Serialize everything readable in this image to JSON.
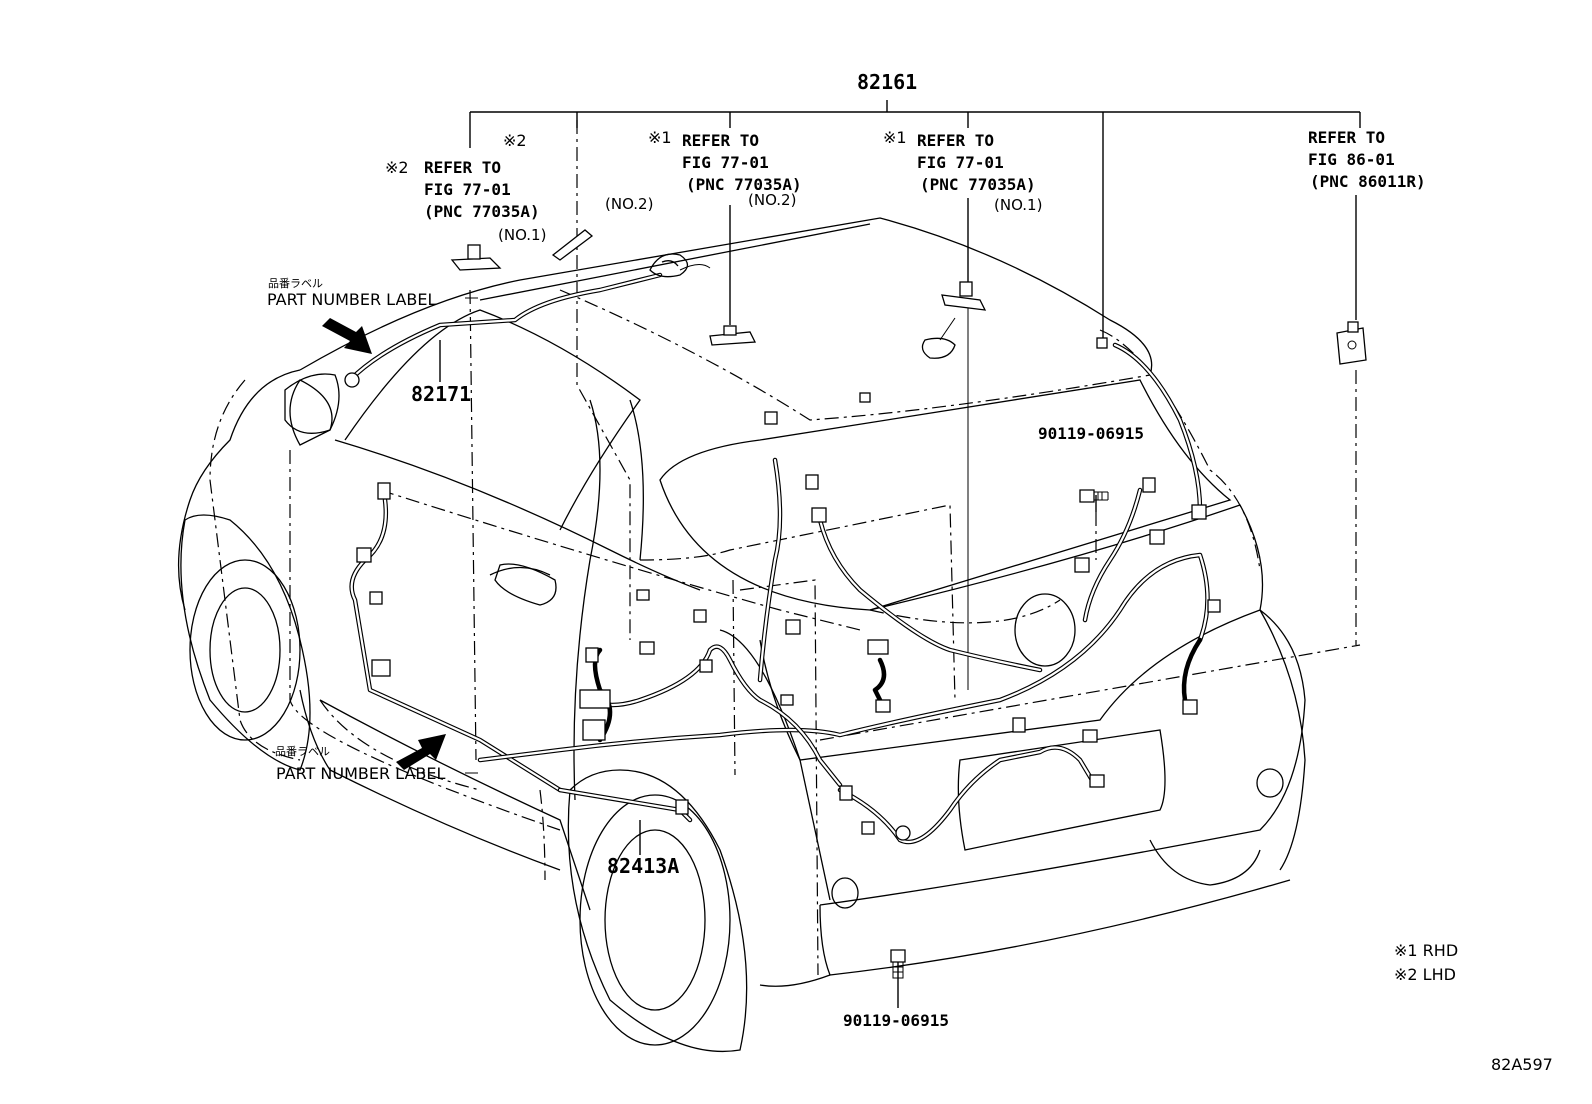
{
  "labels": {
    "main_part": "82161",
    "lhd_refer_mark": "※2",
    "lhd_refer": "REFER TO",
    "lhd_fig": "FIG 77-01",
    "lhd_pnc": "(PNC 77035A)",
    "lhd_no1": "(NO.1)",
    "lhd_mark_top": "※2",
    "lhd_no2": "(NO.2)",
    "rhd_refer_mark_a": "※1",
    "rhd_refer_a": "REFER TO",
    "rhd_fig_a": "FIG 77-01",
    "rhd_pnc_a": "(PNC 77035A)",
    "rhd_no2": "(NO.2)",
    "rhd_refer_mark_b": "※1",
    "rhd_refer_b": "REFER TO",
    "rhd_fig_b": "FIG 77-01",
    "rhd_pnc_b": "(PNC 77035A)",
    "rhd_no1": "(NO.1)",
    "refer_right": "REFER TO",
    "fig_right": "FIG 86-01",
    "pnc_right": "(PNC 86011R)",
    "label_jp_top": "品番ラベル",
    "label_en_top": "PART NUMBER LABEL",
    "part_82171": "82171",
    "bolt_top": "90119-06915",
    "label_jp_bottom": "品番ラベル",
    "label_en_bottom": "PART NUMBER LABEL",
    "part_82413a": "82413A",
    "bolt_bottom": "90119-06915",
    "note_rhd": "※1 RHD",
    "note_lhd": "※2 LHD",
    "figure_code": "82A597"
  }
}
